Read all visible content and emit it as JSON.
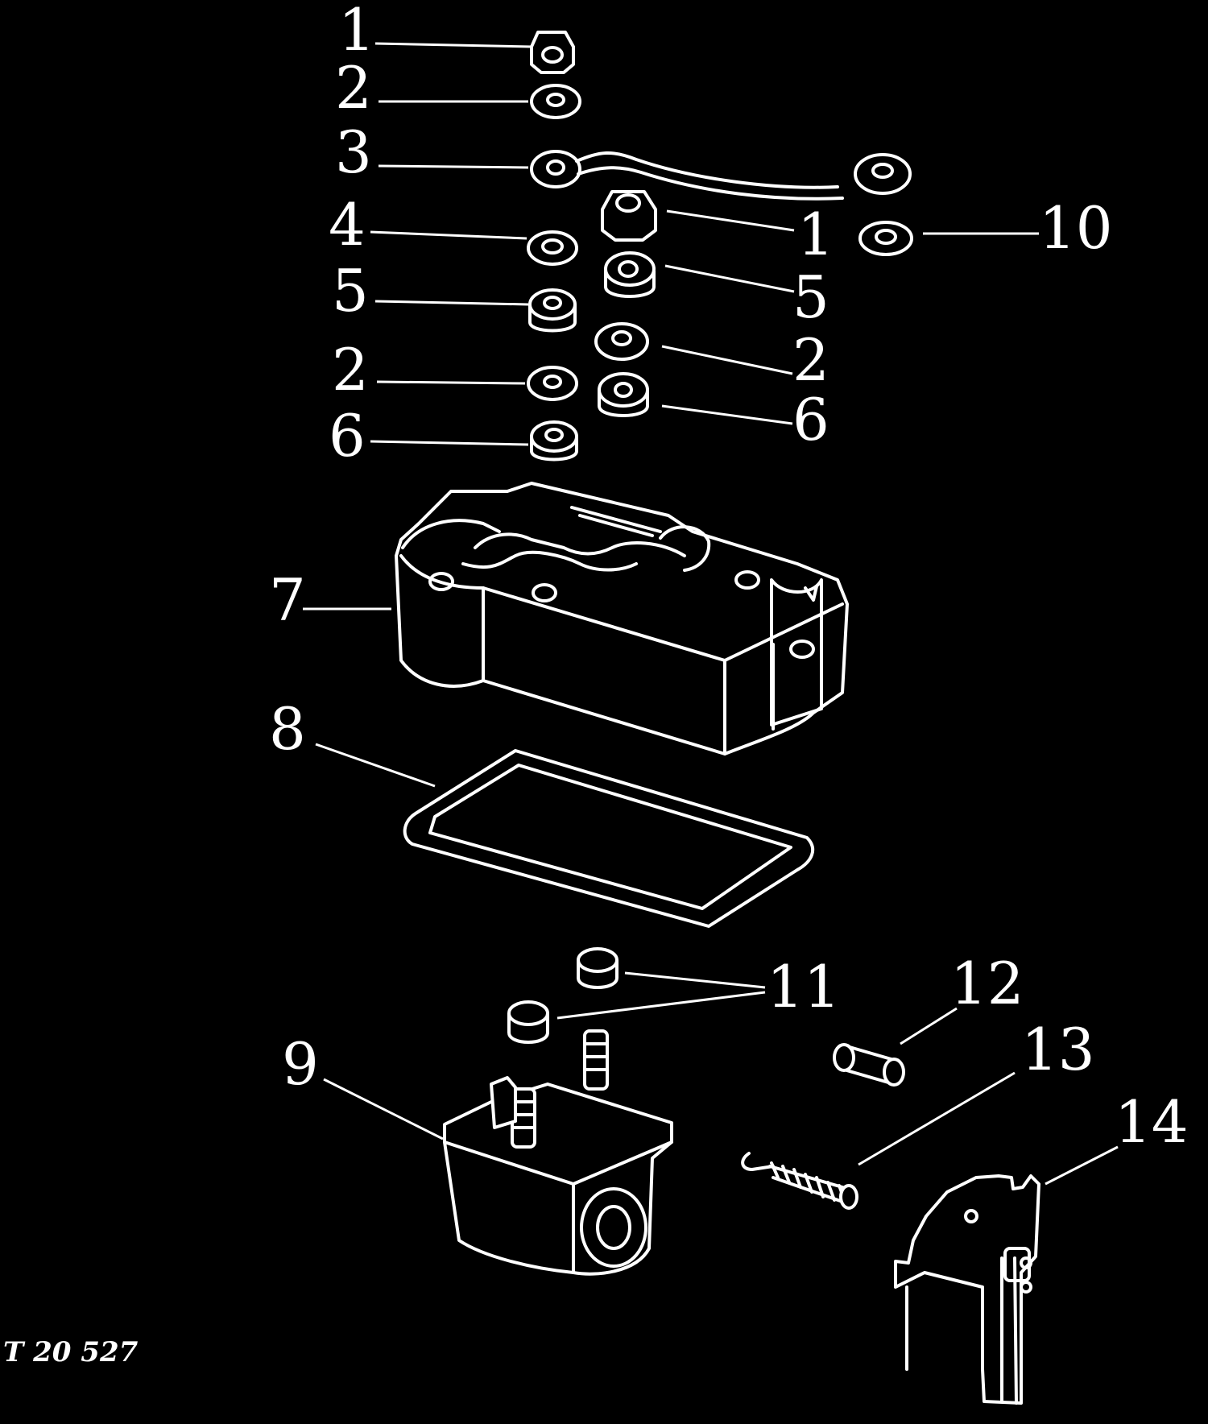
{
  "callouts": {
    "c1a": "1",
    "c2a": "2",
    "c3": "3",
    "c4": "4",
    "c5a": "5",
    "c2b": "2",
    "c6a": "6",
    "c1b": "1",
    "c10": "10",
    "c5b": "5",
    "c2c": "2",
    "c6b": "6",
    "c7": "7",
    "c8": "8",
    "c9": "9",
    "c11": "11",
    "c12": "12",
    "c13": "13",
    "c14": "14"
  },
  "figure_ref": "T 20 527",
  "colors": {
    "background": "#000000",
    "line": "#ffffff"
  }
}
